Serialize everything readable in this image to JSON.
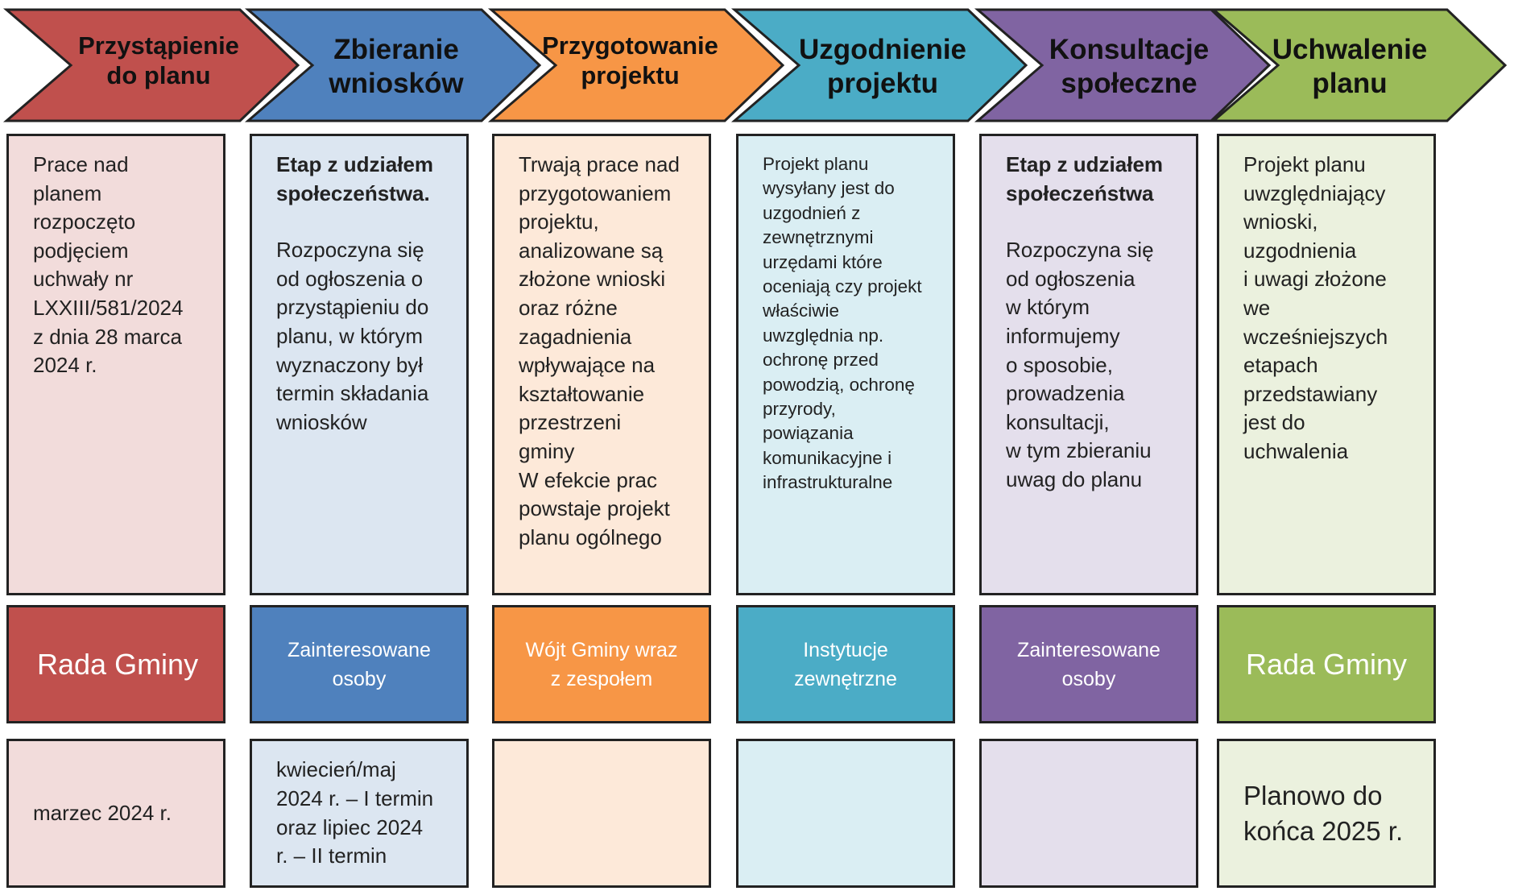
{
  "stages": [
    {
      "title": "Przystąpienie\ndo planu",
      "color": "#C0504D",
      "light": "#F2DCDB",
      "description": [
        {
          "text": "Prace nad\nplanem\nrozpoczęto\npodjęciem\nuchwały nr\nLXXIII/581/2024\nz dnia 28 marca\n2024 r."
        }
      ],
      "actor": "Rada Gminy",
      "timing": "marzec 2024 r."
    },
    {
      "title": "Zbieranie\nwniosków",
      "color": "#4F81BD",
      "light": "#DCE6F1",
      "description": [
        {
          "text": "Etap z udziałem\nspołeczeństwa.",
          "bold": true
        },
        {
          "text": "Rozpoczyna się\nod ogłoszenia o\nprzystąpieniu do\nplanu, w którym\nwyznaczony był\ntermin składania\nwniosków"
        }
      ],
      "actor": "Zainteresowane\nosoby",
      "timing": "kwiecień/maj\n2024 r. – I termin\noraz lipiec 2024\nr. – II termin"
    },
    {
      "title": "Przygotowanie\nprojektu",
      "color": "#F79646",
      "light": "#FDE9D9",
      "description": [
        {
          "text": "Trwają prace nad\nprzygotowaniem\nprojektu,\nanalizowane są\nzłożone wnioski\noraz różne\nzagadnienia\nwpływające na\nkształtowanie\nprzestrzeni\ngminy\nW efekcie prac\npowstaje projekt\nplanu ogólnego"
        }
      ],
      "actor": "Wójt Gminy  wraz\nz zespołem",
      "timing": ""
    },
    {
      "title": "Uzgodnienie\nprojektu",
      "color": "#4BACC6",
      "light": "#DAEEF3",
      "description": [
        {
          "text": "Projekt planu\nwysyłany jest do\nuzgodnień z\nzewnętrznymi\nurzędami które\noceniają czy projekt\nwłaściwie\nuwzględnia np.\nochronę przed\npowodzią, ochronę\nprzyrody,\npowiązania\nkomunikacyjne i\ninfrastrukturalne"
        }
      ],
      "actor": "Instytucje\nzewnętrzne",
      "timing": ""
    },
    {
      "title": "Konsultacje\nspołeczne",
      "color": "#8064A2",
      "light": "#E4DFEC",
      "description": [
        {
          "text": "Etap z udziałem\nspołeczeństwa",
          "bold": true
        },
        {
          "text": "Rozpoczyna się\nod ogłoszenia\nw którym\ninformujemy\no sposobie,\nprowadzenia\nkonsultacji,\nw tym zbieraniu\nuwag do planu"
        }
      ],
      "actor": "Zainteresowane\nosoby",
      "timing": ""
    },
    {
      "title": "Uchwalenie\nplanu",
      "color": "#9BBB59",
      "light": "#EBF1DE",
      "description": [
        {
          "text": "Projekt planu\nuwzględniający\nwnioski,\nuzgodnienia\ni uwagi złożone\nwe\nwcześniejszych\netapach\nprzedstawiany\njest do\nuchwalenia"
        }
      ],
      "actor": "Rada Gminy",
      "timing": "Planowo do\nkońca 2025 r."
    }
  ]
}
